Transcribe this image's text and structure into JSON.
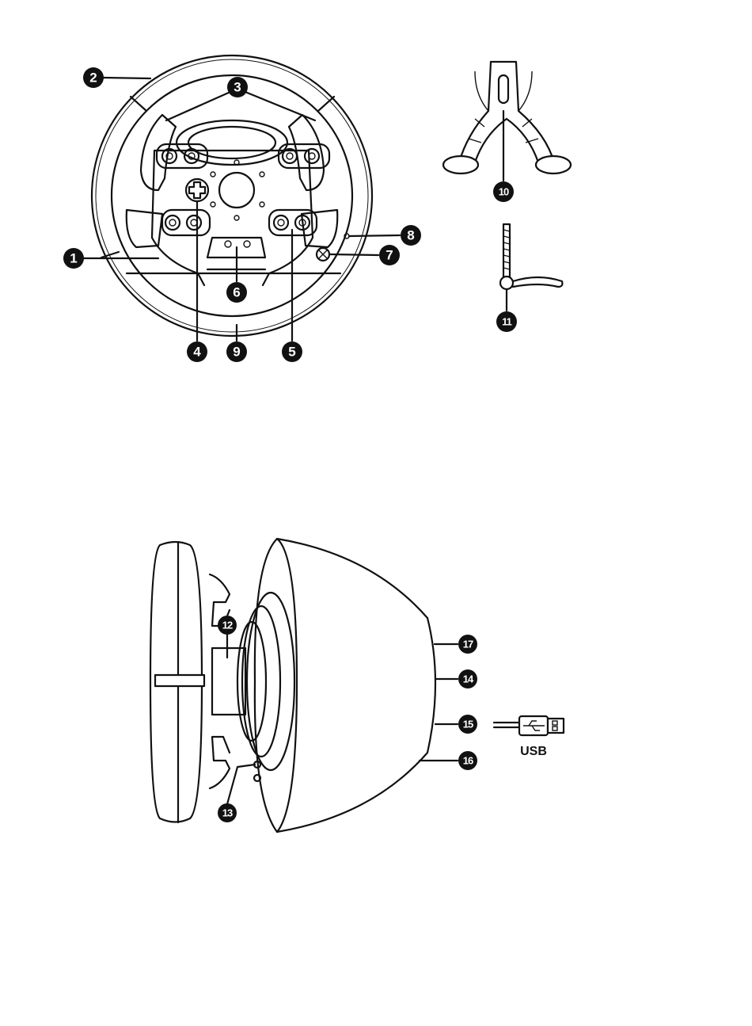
{
  "callouts": {
    "c1": "1",
    "c2": "2",
    "c3": "3",
    "c4": "4",
    "c5": "5",
    "c6": "6",
    "c7": "7",
    "c8": "8",
    "c9": "9",
    "c10": "10",
    "c11": "11",
    "c12": "12",
    "c13": "13",
    "c14": "14",
    "c15": "15",
    "c16": "16",
    "c17": "17"
  },
  "usb_label": "USB",
  "colors": {
    "ink": "#111111",
    "paper": "#ffffff"
  },
  "icons": [
    "xbox-guide-icon",
    "dpad-icon",
    "usb-plug-icon"
  ]
}
